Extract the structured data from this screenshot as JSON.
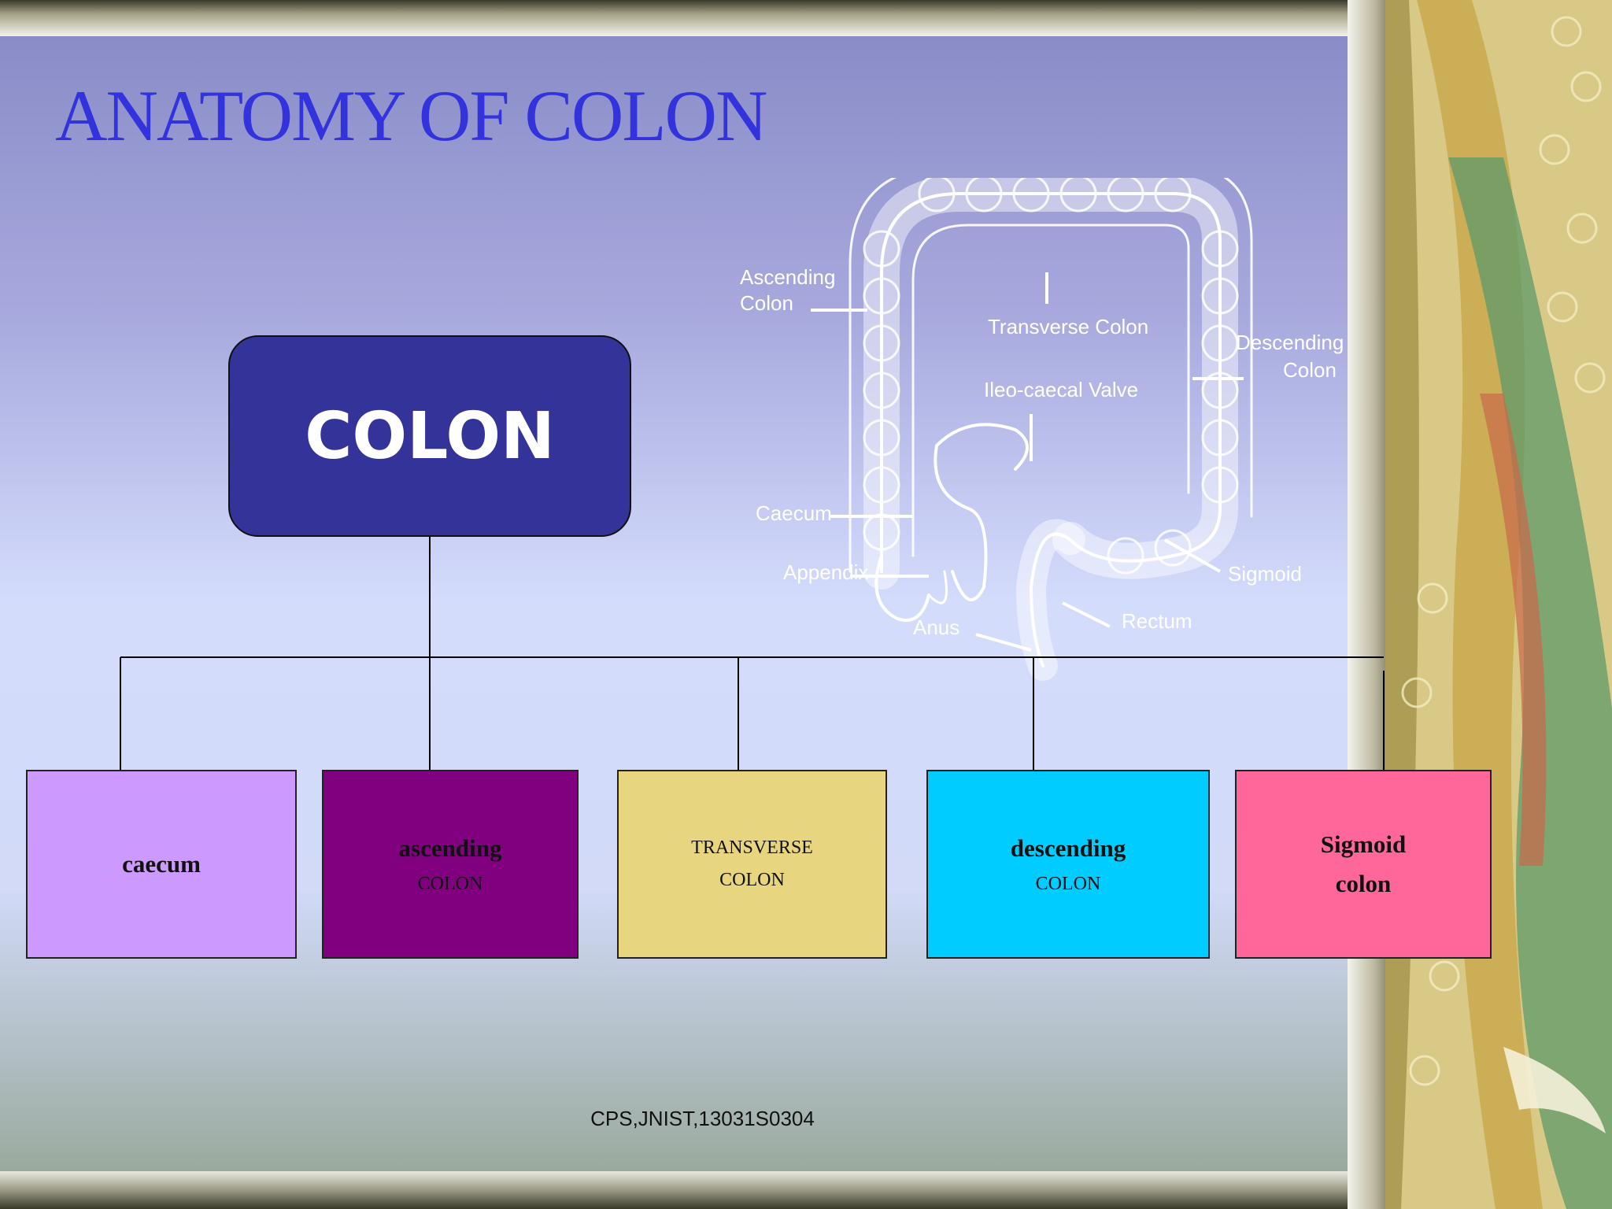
{
  "slide": {
    "title": "ANATOMY OF COLON",
    "root_label": "COLON",
    "footer": "CPS,JNIST,13031S0304"
  },
  "parts": [
    {
      "name": "caecum",
      "sub": "",
      "color": "#cc99ff"
    },
    {
      "name": "ascending",
      "sub": "COLON",
      "color": "#800080"
    },
    {
      "name": "TRANSVERSE",
      "sub": "COLON",
      "color": "#e8d580"
    },
    {
      "name": "descending",
      "sub": "COLON",
      "color": "#00ccff"
    },
    {
      "name": "Sigmoid",
      "sub": "colon",
      "color": "#ff6699"
    }
  ],
  "illustration": {
    "labels": {
      "ascending": [
        "Ascending",
        "Colon"
      ],
      "transverse": "Transverse Colon",
      "valve": "Ileo-caecal Valve",
      "descending": [
        "Descending",
        "Colon"
      ],
      "caecum": "Caecum",
      "appendix": "Appendix",
      "sigmoid": "Sigmoid",
      "anus": "Anus",
      "rectum": "Rectum"
    }
  },
  "colors": {
    "title": "#3333dd",
    "root_box": "#333399"
  }
}
